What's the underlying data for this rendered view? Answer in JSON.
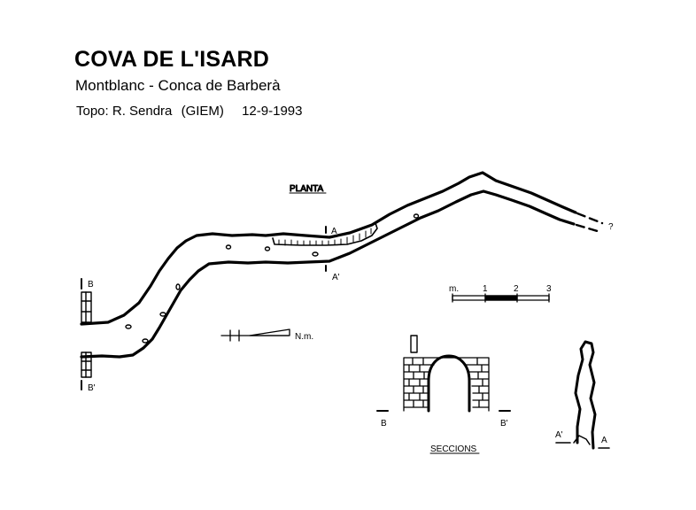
{
  "header": {
    "title": "COVA DE L'ISARD",
    "subtitle": "Montblanc - Conca de Barberà",
    "topo_by": "Topo: R. Sendra",
    "group": "(GIEM)",
    "date": "12-9-1993"
  },
  "plan": {
    "label": "PLANTA",
    "unknown_mark": "?",
    "section_a": "A",
    "section_a_prime": "A'",
    "section_b": "B",
    "section_b_prime": "B'"
  },
  "north": {
    "label": "N.m."
  },
  "scale": {
    "unit": "m.",
    "ticks": [
      "1",
      "2",
      "3"
    ]
  },
  "sections": {
    "label": "SECCIONS",
    "bb_left": "B",
    "bb_right": "B'",
    "aa_left": "A'",
    "aa_right": "A"
  },
  "colors": {
    "ink": "#000000",
    "paper": "#ffffff"
  }
}
